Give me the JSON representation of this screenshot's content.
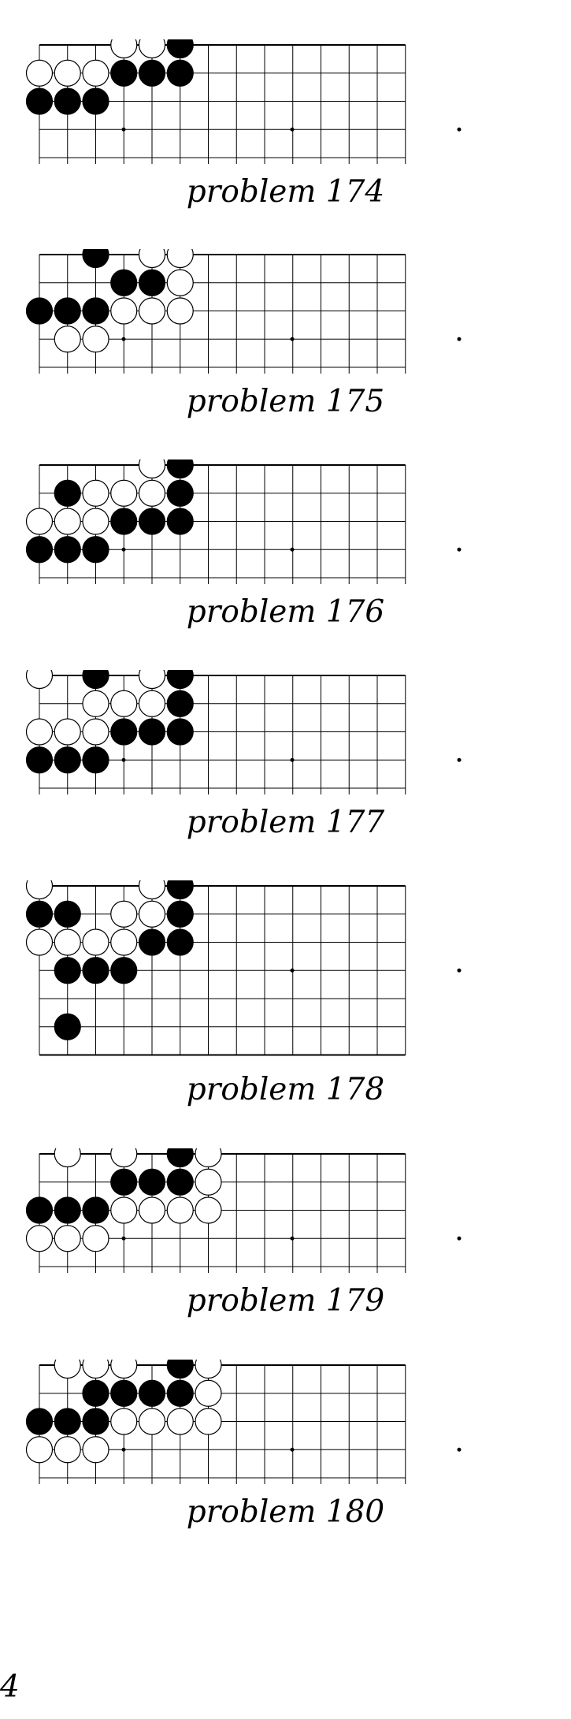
{
  "problems": [
    {
      "caption": "problem 174",
      "bottom_edge": false,
      "stones": [
        {
          "color": "white",
          "col": 3,
          "row": 0
        },
        {
          "color": "white",
          "col": 4,
          "row": 0
        },
        {
          "color": "black",
          "col": 5,
          "row": 0
        },
        {
          "color": "white",
          "col": 0,
          "row": 1
        },
        {
          "color": "white",
          "col": 1,
          "row": 1
        },
        {
          "color": "white",
          "col": 2,
          "row": 1
        },
        {
          "color": "black",
          "col": 3,
          "row": 1
        },
        {
          "color": "black",
          "col": 4,
          "row": 1
        },
        {
          "color": "black",
          "col": 5,
          "row": 1
        },
        {
          "color": "black",
          "col": 0,
          "row": 2
        },
        {
          "color": "black",
          "col": 1,
          "row": 2
        },
        {
          "color": "black",
          "col": 2,
          "row": 2
        }
      ]
    },
    {
      "caption": "problem 175",
      "bottom_edge": false,
      "stones": [
        {
          "color": "black",
          "col": 2,
          "row": 0
        },
        {
          "color": "white",
          "col": 4,
          "row": 0
        },
        {
          "color": "white",
          "col": 5,
          "row": 0
        },
        {
          "color": "black",
          "col": 3,
          "row": 1
        },
        {
          "color": "black",
          "col": 4,
          "row": 1
        },
        {
          "color": "white",
          "col": 5,
          "row": 1
        },
        {
          "color": "black",
          "col": 0,
          "row": 2
        },
        {
          "color": "black",
          "col": 1,
          "row": 2
        },
        {
          "color": "black",
          "col": 2,
          "row": 2
        },
        {
          "color": "white",
          "col": 3,
          "row": 2
        },
        {
          "color": "white",
          "col": 4,
          "row": 2
        },
        {
          "color": "white",
          "col": 5,
          "row": 2
        },
        {
          "color": "white",
          "col": 1,
          "row": 3
        },
        {
          "color": "white",
          "col": 2,
          "row": 3
        }
      ]
    },
    {
      "caption": "problem 176",
      "bottom_edge": false,
      "stones": [
        {
          "color": "white",
          "col": 4,
          "row": 0
        },
        {
          "color": "black",
          "col": 5,
          "row": 0
        },
        {
          "color": "black",
          "col": 1,
          "row": 1
        },
        {
          "color": "white",
          "col": 2,
          "row": 1
        },
        {
          "color": "white",
          "col": 3,
          "row": 1
        },
        {
          "color": "white",
          "col": 4,
          "row": 1
        },
        {
          "color": "black",
          "col": 5,
          "row": 1
        },
        {
          "color": "white",
          "col": 0,
          "row": 2
        },
        {
          "color": "white",
          "col": 1,
          "row": 2
        },
        {
          "color": "white",
          "col": 2,
          "row": 2
        },
        {
          "color": "black",
          "col": 3,
          "row": 2
        },
        {
          "color": "black",
          "col": 4,
          "row": 2
        },
        {
          "color": "black",
          "col": 5,
          "row": 2
        },
        {
          "color": "black",
          "col": 0,
          "row": 3
        },
        {
          "color": "black",
          "col": 1,
          "row": 3
        },
        {
          "color": "black",
          "col": 2,
          "row": 3
        }
      ]
    },
    {
      "caption": "problem 177",
      "bottom_edge": false,
      "stones": [
        {
          "color": "white",
          "col": 0,
          "row": 0
        },
        {
          "color": "black",
          "col": 2,
          "row": 0
        },
        {
          "color": "white",
          "col": 4,
          "row": 0
        },
        {
          "color": "black",
          "col": 5,
          "row": 0
        },
        {
          "color": "white",
          "col": 2,
          "row": 1
        },
        {
          "color": "white",
          "col": 3,
          "row": 1
        },
        {
          "color": "white",
          "col": 4,
          "row": 1
        },
        {
          "color": "black",
          "col": 5,
          "row": 1
        },
        {
          "color": "white",
          "col": 0,
          "row": 2
        },
        {
          "color": "white",
          "col": 1,
          "row": 2
        },
        {
          "color": "white",
          "col": 2,
          "row": 2
        },
        {
          "color": "black",
          "col": 3,
          "row": 2
        },
        {
          "color": "black",
          "col": 4,
          "row": 2
        },
        {
          "color": "black",
          "col": 5,
          "row": 2
        },
        {
          "color": "black",
          "col": 0,
          "row": 3
        },
        {
          "color": "black",
          "col": 1,
          "row": 3
        },
        {
          "color": "black",
          "col": 2,
          "row": 3
        }
      ]
    },
    {
      "caption": "problem 178",
      "bottom_edge": true,
      "stones": [
        {
          "color": "white",
          "col": 0,
          "row": 0
        },
        {
          "color": "white",
          "col": 4,
          "row": 0
        },
        {
          "color": "black",
          "col": 5,
          "row": 0
        },
        {
          "color": "black",
          "col": 0,
          "row": 1
        },
        {
          "color": "black",
          "col": 1,
          "row": 1
        },
        {
          "color": "white",
          "col": 3,
          "row": 1
        },
        {
          "color": "white",
          "col": 4,
          "row": 1
        },
        {
          "color": "black",
          "col": 5,
          "row": 1
        },
        {
          "color": "white",
          "col": 0,
          "row": 2
        },
        {
          "color": "white",
          "col": 1,
          "row": 2
        },
        {
          "color": "white",
          "col": 2,
          "row": 2
        },
        {
          "color": "white",
          "col": 3,
          "row": 2
        },
        {
          "color": "black",
          "col": 4,
          "row": 2
        },
        {
          "color": "black",
          "col": 5,
          "row": 2
        },
        {
          "color": "black",
          "col": 1,
          "row": 3
        },
        {
          "color": "black",
          "col": 2,
          "row": 3
        },
        {
          "color": "black",
          "col": 3,
          "row": 3
        },
        {
          "color": "black",
          "col": 1,
          "row": 5
        }
      ]
    },
    {
      "caption": "problem 179",
      "bottom_edge": false,
      "stones": [
        {
          "color": "white",
          "col": 1,
          "row": 0
        },
        {
          "color": "white",
          "col": 3,
          "row": 0
        },
        {
          "color": "black",
          "col": 5,
          "row": 0
        },
        {
          "color": "white",
          "col": 6,
          "row": 0
        },
        {
          "color": "black",
          "col": 3,
          "row": 1
        },
        {
          "color": "black",
          "col": 4,
          "row": 1
        },
        {
          "color": "black",
          "col": 5,
          "row": 1
        },
        {
          "color": "white",
          "col": 6,
          "row": 1
        },
        {
          "color": "black",
          "col": 0,
          "row": 2
        },
        {
          "color": "black",
          "col": 1,
          "row": 2
        },
        {
          "color": "black",
          "col": 2,
          "row": 2
        },
        {
          "color": "white",
          "col": 3,
          "row": 2
        },
        {
          "color": "white",
          "col": 4,
          "row": 2
        },
        {
          "color": "white",
          "col": 5,
          "row": 2
        },
        {
          "color": "white",
          "col": 6,
          "row": 2
        },
        {
          "color": "white",
          "col": 0,
          "row": 3
        },
        {
          "color": "white",
          "col": 1,
          "row": 3
        },
        {
          "color": "white",
          "col": 2,
          "row": 3
        }
      ]
    },
    {
      "caption": "problem 180",
      "bottom_edge": false,
      "stones": [
        {
          "color": "white",
          "col": 1,
          "row": 0
        },
        {
          "color": "white",
          "col": 2,
          "row": 0
        },
        {
          "color": "white",
          "col": 3,
          "row": 0
        },
        {
          "color": "black",
          "col": 5,
          "row": 0
        },
        {
          "color": "white",
          "col": 6,
          "row": 0
        },
        {
          "color": "black",
          "col": 2,
          "row": 1
        },
        {
          "color": "black",
          "col": 3,
          "row": 1
        },
        {
          "color": "black",
          "col": 4,
          "row": 1
        },
        {
          "color": "black",
          "col": 5,
          "row": 1
        },
        {
          "color": "white",
          "col": 6,
          "row": 1
        },
        {
          "color": "black",
          "col": 0,
          "row": 2
        },
        {
          "color": "black",
          "col": 1,
          "row": 2
        },
        {
          "color": "black",
          "col": 2,
          "row": 2
        },
        {
          "color": "white",
          "col": 3,
          "row": 2
        },
        {
          "color": "white",
          "col": 4,
          "row": 2
        },
        {
          "color": "white",
          "col": 5,
          "row": 2
        },
        {
          "color": "white",
          "col": 6,
          "row": 2
        },
        {
          "color": "white",
          "col": 0,
          "row": 3
        },
        {
          "color": "white",
          "col": 1,
          "row": 3
        },
        {
          "color": "white",
          "col": 2,
          "row": 3
        }
      ]
    }
  ],
  "page_number": "4"
}
